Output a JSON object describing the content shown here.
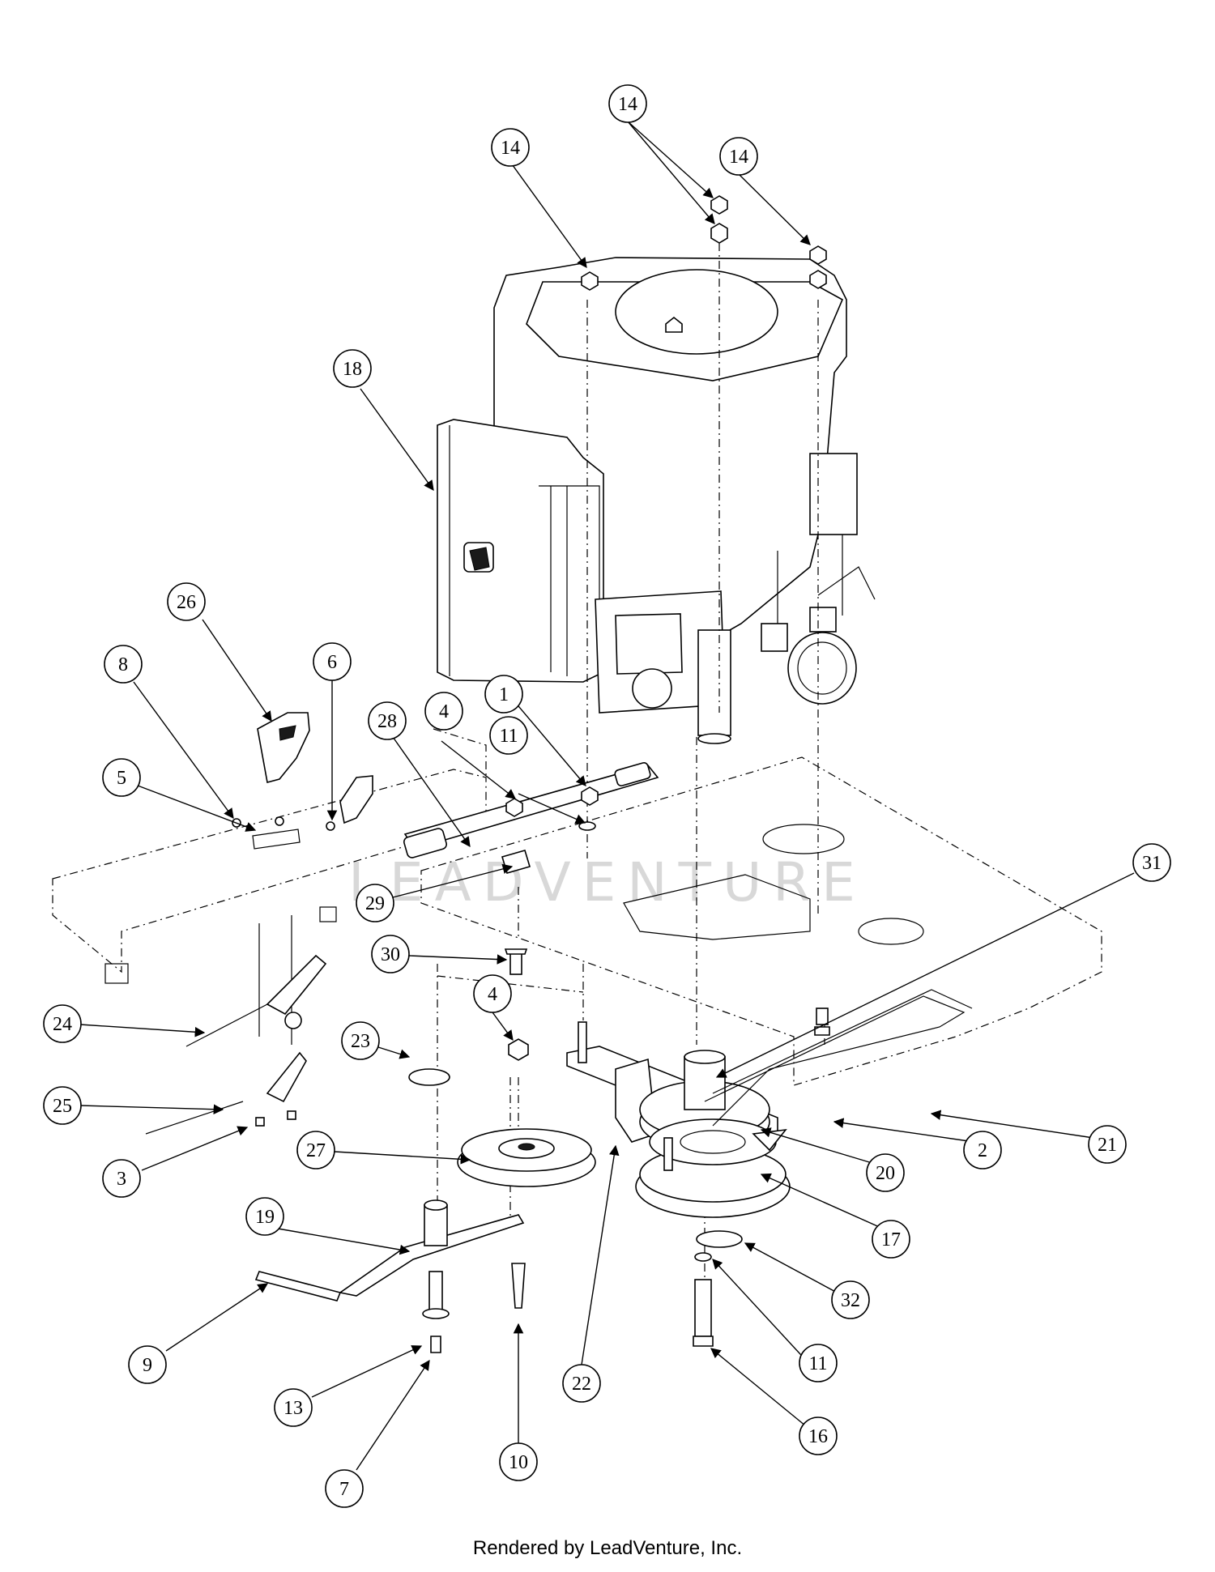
{
  "watermark": "LEADVENTURE",
  "footer": "Rendered by LeadVenture, Inc.",
  "callouts": [
    "14",
    "14",
    "14",
    "18",
    "26",
    "8",
    "6",
    "5",
    "28",
    "4",
    "1",
    "11",
    "29",
    "31",
    "30",
    "24",
    "23",
    "4",
    "25",
    "3",
    "27",
    "19",
    "9",
    "13",
    "7",
    "10",
    "22",
    "17",
    "20",
    "2",
    "21",
    "32",
    "11",
    "16"
  ]
}
